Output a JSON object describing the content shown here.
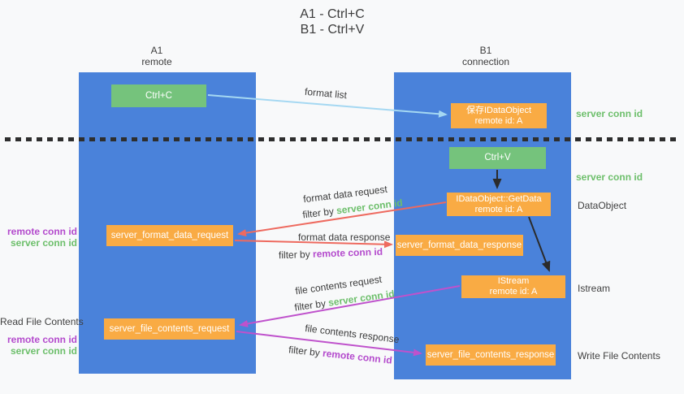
{
  "title": {
    "line1": "A1 - Ctrl+C",
    "line2": "B1 - Ctrl+V"
  },
  "columns": {
    "left": {
      "header_line1": "A1",
      "header_line2": "remote"
    },
    "right": {
      "header_line1": "B1",
      "header_line2": "connection"
    }
  },
  "boxes": {
    "ctrl_c": {
      "label": "Ctrl+C"
    },
    "ctrl_v": {
      "label": "Ctrl+V"
    },
    "save_dataobject": {
      "line1": "保存IDataObject",
      "line2": "remote id: A"
    },
    "getdata": {
      "line1": "IDataObject::GetData",
      "line2": "remote id: A"
    },
    "istream": {
      "line1": "IStream",
      "line2": "remote id: A"
    },
    "format_request": {
      "label": "server_format_data_request"
    },
    "format_response": {
      "label": "server_format_data_response"
    },
    "file_request": {
      "label": "server_file_contents_request"
    },
    "file_response": {
      "label": "server_file_contents_response"
    }
  },
  "arrow_labels": {
    "format_list": "format list",
    "format_data_request": "format data request",
    "format_data_response": "format data response",
    "file_contents_request": "file contents request",
    "file_contents_response": "file contents response",
    "filter_by": "filter by",
    "server_conn_id": "server conn id",
    "remote_conn_id": "remote conn id"
  },
  "side_labels": {
    "right_server_conn_id_top": "server conn id",
    "right_server_conn_id_mid": "server conn id",
    "dataobject": "DataObject",
    "istream": "Istream",
    "write_file_contents": "Write File Contents",
    "left_remote_conn_id_top": "remote conn id",
    "left_server_conn_id_top": "server conn id",
    "read_file_contents": "Read File Contents",
    "left_remote_conn_id_bottom": "remote conn id",
    "left_server_conn_id_bottom": "server conn id"
  },
  "colors": {
    "background": "#f8f9fa",
    "lifeline_blue": "#4a82da",
    "box_green": "#75c37c",
    "box_orange": "#f9ab44",
    "arrow_light_blue": "#a5d8f2",
    "arrow_red": "#ee6a5f",
    "arrow_magenta": "#bf52cc",
    "arrow_black": "#2b2b2b",
    "text_green": "#6dbf6b",
    "text_purple": "#b44bcd",
    "text_dark": "#3c3c3c"
  }
}
